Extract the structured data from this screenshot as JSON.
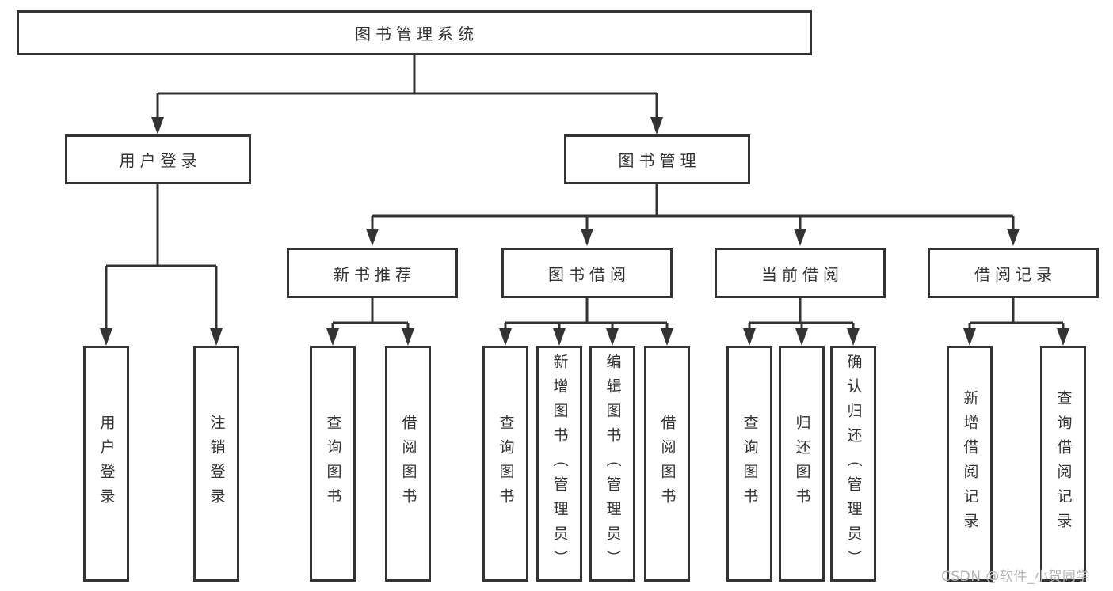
{
  "page": {
    "background_color": "#ffffff",
    "line_color": "#333333",
    "text_color": "#333333",
    "watermark_color": "#b5b5b5"
  },
  "diagram": {
    "root": {
      "label": "图书管理系统"
    },
    "level2": [
      {
        "label": "用户登录"
      },
      {
        "label": "图书管理"
      }
    ],
    "level3": [
      {
        "label": "新书推荐"
      },
      {
        "label": "图书借阅"
      },
      {
        "label": "当前借阅"
      },
      {
        "label": "借阅记录"
      }
    ],
    "leaves": [
      {
        "label": "用户登录"
      },
      {
        "label": "注销登录"
      },
      {
        "label": "查询图书"
      },
      {
        "label": "借阅图书"
      },
      {
        "label": "查询图书"
      },
      {
        "label": "新增图书（管理员）"
      },
      {
        "label": "编辑图书（管理员）"
      },
      {
        "label": "借阅图书"
      },
      {
        "label": "查询图书"
      },
      {
        "label": "归还图书"
      },
      {
        "label": "确认归还（管理员）"
      },
      {
        "label": "新增借阅记录"
      },
      {
        "label": "查询借阅记录"
      }
    ]
  },
  "watermark": {
    "text": "CSDN @软件_小贺同学"
  }
}
